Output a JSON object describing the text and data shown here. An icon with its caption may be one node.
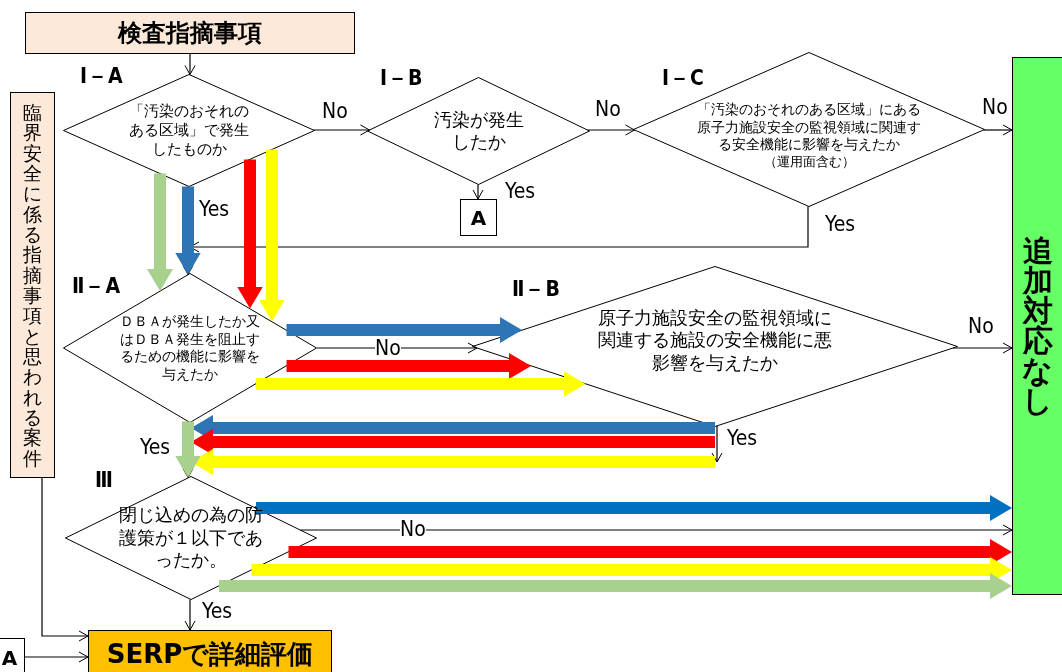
{
  "diagram": {
    "nodes": [
      {
        "text": [
          "検査指摘事項"
        ]
      },
      {
        "text": [
          "臨界安全に係る指摘事項と思われる案件"
        ]
      },
      {
        "text": [
          "「汚染のおそれのある区域」で発生したものか"
        ],
        "beside": [
          "Ⅰ－A"
        ]
      },
      {
        "text": [
          "汚染が発生したか"
        ],
        "beside": [
          "Ⅰ－B"
        ]
      },
      {
        "text": [
          "「汚染のおそれのある区域」にある原子力施設安全の監視領域に関連する安全機能に影響を与えたか",
          "（運用面含む）"
        ],
        "beside": [
          "Ⅰ－C"
        ]
      },
      {
        "text": [
          "A"
        ]
      },
      {
        "text": [
          "追加対応なし"
        ]
      },
      {
        "text": [
          "ＤＢＡが発生したか又はＤＢＡ発生を阻止するための機能に影響を与えたか"
        ],
        "beside": [
          "Ⅱ－A"
        ]
      },
      {
        "text": [
          "原子力施設安全の監視領域に関連する施設の安全機能に悪影響を与えたか"
        ],
        "beside": [
          "Ⅱ－B"
        ]
      },
      {
        "text": [
          "閉じ込めの為の防護策が１以下であったか。"
        ],
        "beside": [
          "Ⅲ"
        ]
      },
      {
        "text": [
          "A"
        ]
      },
      {
        "text": [
          "SERPで詳細評価"
        ]
      }
    ],
    "edges": [
      {
        "from": 0,
        "to": 2,
        "arrow": "to"
      },
      {
        "from": 2,
        "to": 3,
        "arrow": "to",
        "label": "No"
      },
      {
        "from": 3,
        "to": 4,
        "arrow": "to",
        "label": "No"
      },
      {
        "from": 4,
        "to": 6,
        "arrow": "to",
        "label": "No"
      },
      {
        "from": 3,
        "to": 5,
        "arrow": "to",
        "label": "Yes"
      },
      {
        "from": 4,
        "to": 7,
        "arrow": "to",
        "label": "Yes"
      },
      {
        "from": 2,
        "to": 7,
        "arrow": "to",
        "label": "Yes"
      },
      {
        "from": 2,
        "to": 7,
        "arrow": "to",
        "style": "thick",
        "color": "#a9d18e"
      },
      {
        "from": 2,
        "to": 7,
        "arrow": "to",
        "style": "thick",
        "color": "#2e75b6"
      },
      {
        "from": 2,
        "to": 7,
        "arrow": "to",
        "style": "thick",
        "color": "#ff0000"
      },
      {
        "from": 2,
        "to": 7,
        "arrow": "to",
        "style": "thick",
        "color": "#ffff00"
      },
      {
        "from": 7,
        "to": 8,
        "arrow": "to",
        "label": "No"
      },
      {
        "from": 7,
        "to": 8,
        "arrow": "to",
        "style": "thick",
        "color": "#2e75b6"
      },
      {
        "from": 7,
        "to": 8,
        "arrow": "to",
        "style": "thick",
        "color": "#ff0000"
      },
      {
        "from": 7,
        "to": 8,
        "arrow": "to",
        "style": "thick",
        "color": "#ffff00"
      },
      {
        "from": 8,
        "to": 6,
        "arrow": "to",
        "label": "No"
      },
      {
        "from": 8,
        "to": null,
        "arrow": "to",
        "label": "Yes"
      },
      {
        "from": 8,
        "to": 9,
        "arrow": "to",
        "style": "thick",
        "color": "#2e75b6"
      },
      {
        "from": 8,
        "to": 9,
        "arrow": "to",
        "style": "thick",
        "color": "#ff0000"
      },
      {
        "from": 8,
        "to": 9,
        "arrow": "to",
        "style": "thick",
        "color": "#ffff00"
      },
      {
        "from": 7,
        "to": 9,
        "arrow": "to",
        "label": "Yes"
      },
      {
        "from": 7,
        "to": 9,
        "arrow": "to",
        "style": "thick",
        "color": "#a9d18e"
      },
      {
        "from": 9,
        "to": 6,
        "arrow": "to",
        "label": "No"
      },
      {
        "from": 9,
        "to": 6,
        "arrow": "to",
        "style": "thick",
        "color": "#0070c0"
      },
      {
        "from": 9,
        "to": 6,
        "arrow": "to",
        "style": "thick",
        "color": "#ff0000"
      },
      {
        "from": 9,
        "to": 6,
        "arrow": "to",
        "style": "thick",
        "color": "#ffff00"
      },
      {
        "from": 9,
        "to": 6,
        "arrow": "to",
        "style": "thick",
        "color": "#a9d18e"
      },
      {
        "from": 9,
        "to": 11,
        "arrow": "to",
        "label": "Yes"
      },
      {
        "from": 1,
        "to": 11,
        "arrow": "to"
      },
      {
        "from": 10,
        "to": 11,
        "arrow": "to"
      }
    ]
  }
}
